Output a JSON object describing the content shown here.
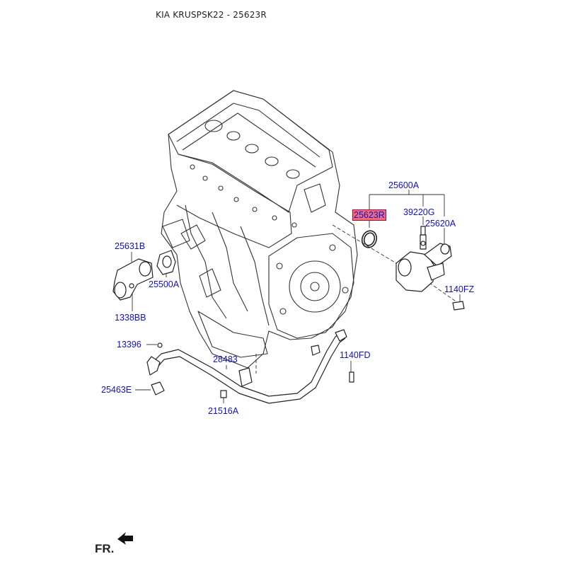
{
  "header": {
    "title": "KIA KRUSPSK22 - 25623R"
  },
  "callouts": {
    "c25600A": "25600A",
    "c25623R": "25623R",
    "c39220G": "39220G",
    "c25620A": "25620A",
    "c1140FZ": "1140FZ",
    "c25631B": "25631B",
    "c25500A": "25500A",
    "c1338BB": "1338BB",
    "c13396": "13396",
    "c28483": "28483",
    "c1140FD": "1140FD",
    "c25463E": "25463E",
    "c21516A": "21516A"
  },
  "highlighted_part": "25623R",
  "orientation": {
    "label": "FR."
  },
  "colors": {
    "callout_text": "#1010c8",
    "highlight": "#f06a7e",
    "line_art": "#333333"
  }
}
